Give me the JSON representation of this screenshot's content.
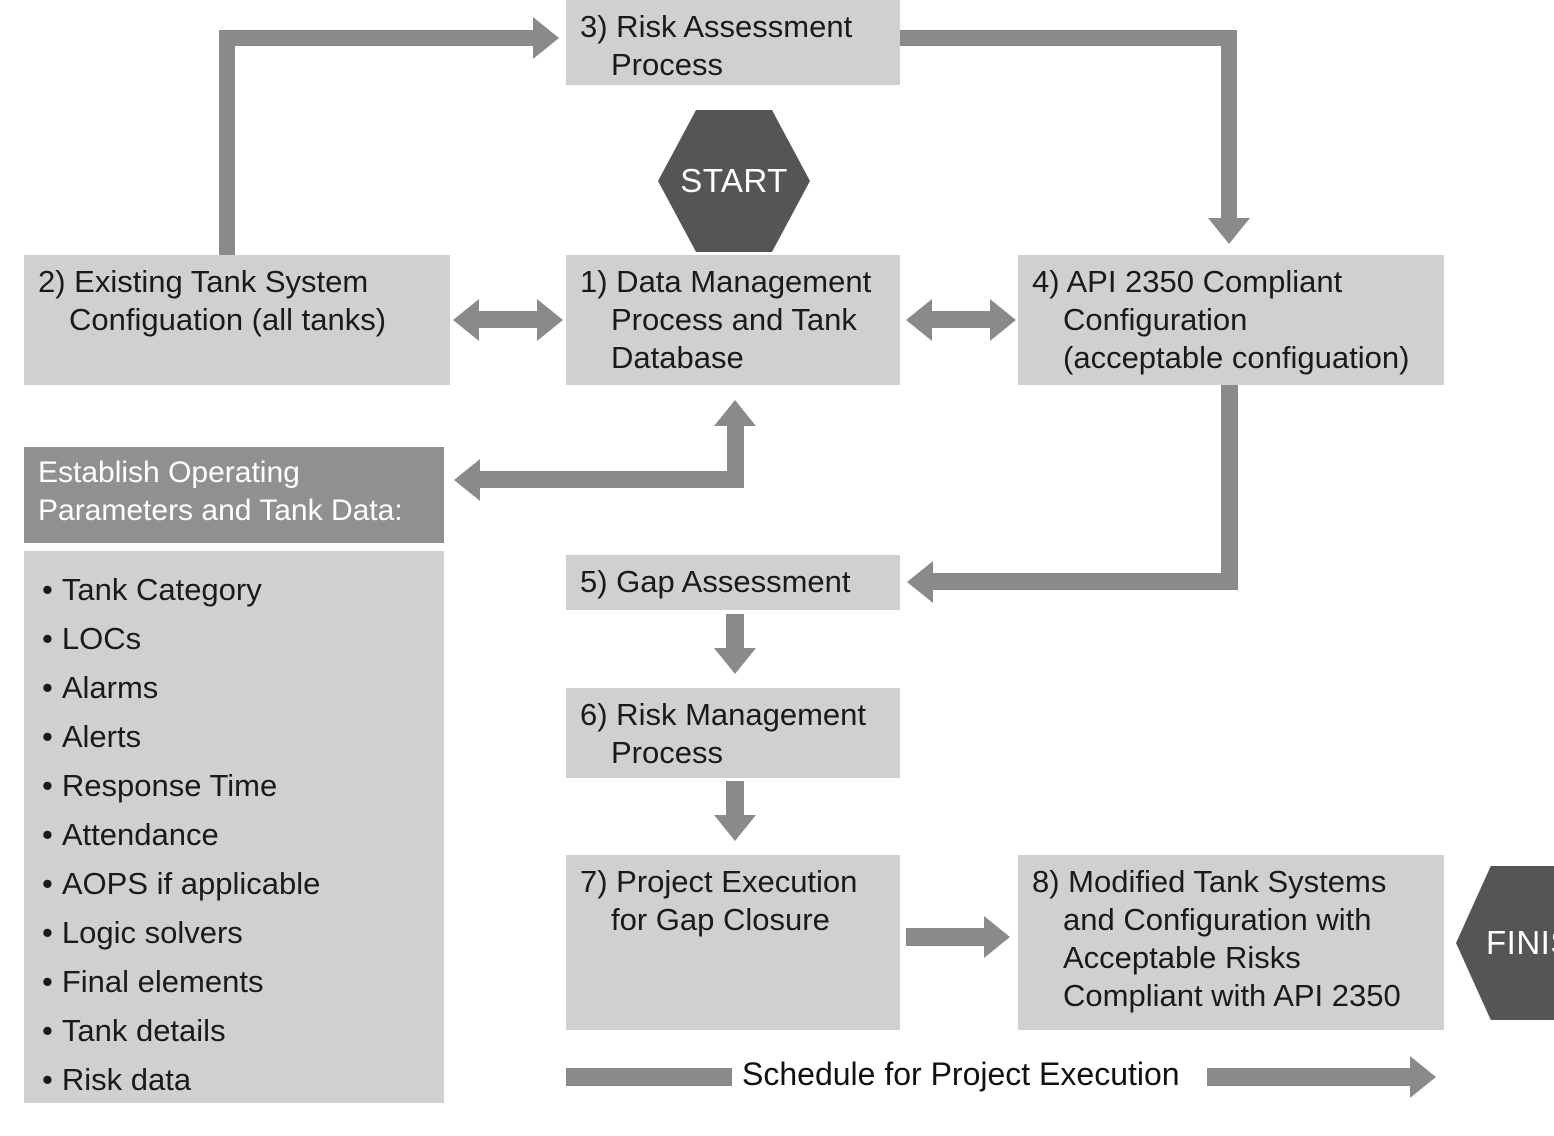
{
  "colors": {
    "box_fill": "#d0d0d0",
    "panel_header_fill": "#909090",
    "hexagon_fill": "#555555",
    "arrow_fill": "#8a8a8a",
    "text_dark": "#1a1a1a",
    "text_light": "#ffffff",
    "canvas": "#ffffff"
  },
  "markers": {
    "start": "START",
    "finish": "FINIS"
  },
  "boxes": {
    "b3": "3) Risk Assessment\nProcess",
    "b2": "2) Existing Tank System\nConfiguation (all tanks)",
    "b1": "1) Data Management\nProcess and Tank\nDatabase",
    "b4": "4) API 2350 Compliant\nConfiguration\n(acceptable configuation)",
    "b5": "5) Gap Assessment",
    "b6": "6) Risk Management\nProcess",
    "b7": "7) Project Execution\nfor Gap Closure",
    "b8": "8) Modified Tank Systems\nand Configuration with\nAcceptable Risks\nCompliant with API 2350"
  },
  "panel": {
    "header": "Establish Operating\nParameters and Tank Data:",
    "bullet_char": "•",
    "items": [
      "Tank Category",
      "LOCs",
      "Alarms",
      "Alerts",
      "Response Time",
      "Attendance",
      "AOPS if applicable",
      "Logic solvers",
      "Final elements",
      "Tank details",
      "Risk data"
    ]
  },
  "footer": {
    "schedule_label": "Schedule for Project Execution"
  }
}
